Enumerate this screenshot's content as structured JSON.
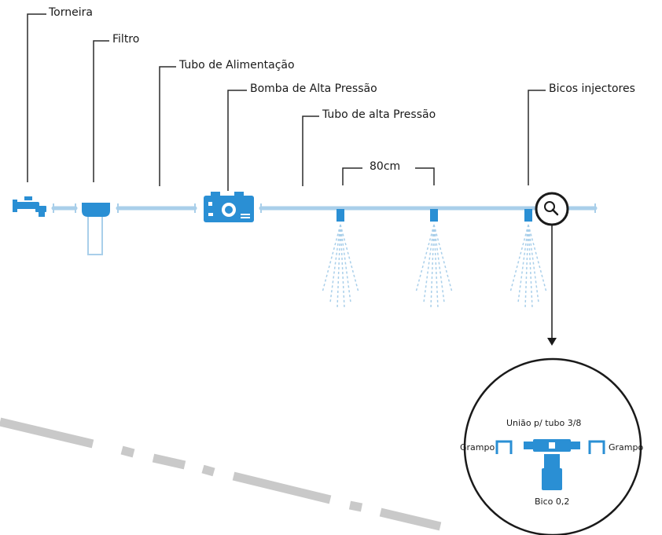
{
  "labels": {
    "torneira": "Torneira",
    "filtro": "Filtro",
    "tubo_alimentacao": "Tubo de Alimentação",
    "bomba": "Bomba de Alta Pressão",
    "tubo_alta": "Tubo de alta Pressão",
    "bicos": "Bicos injectores",
    "spacing": "80cm"
  },
  "detail": {
    "uniao": "União p/ tubo 3/8",
    "grampo_left": "Grampo",
    "grampo_right": "Grampo",
    "bico": "Bico 0,2"
  },
  "colors": {
    "accent": "#2a8fd4",
    "pipe": "#a9cfea",
    "line": "#2b2b2b",
    "watermark": "#c9c9c9"
  },
  "icons": [
    "faucet-icon",
    "filter-icon",
    "pump-icon",
    "nozzle-icon",
    "magnifier-icon"
  ]
}
